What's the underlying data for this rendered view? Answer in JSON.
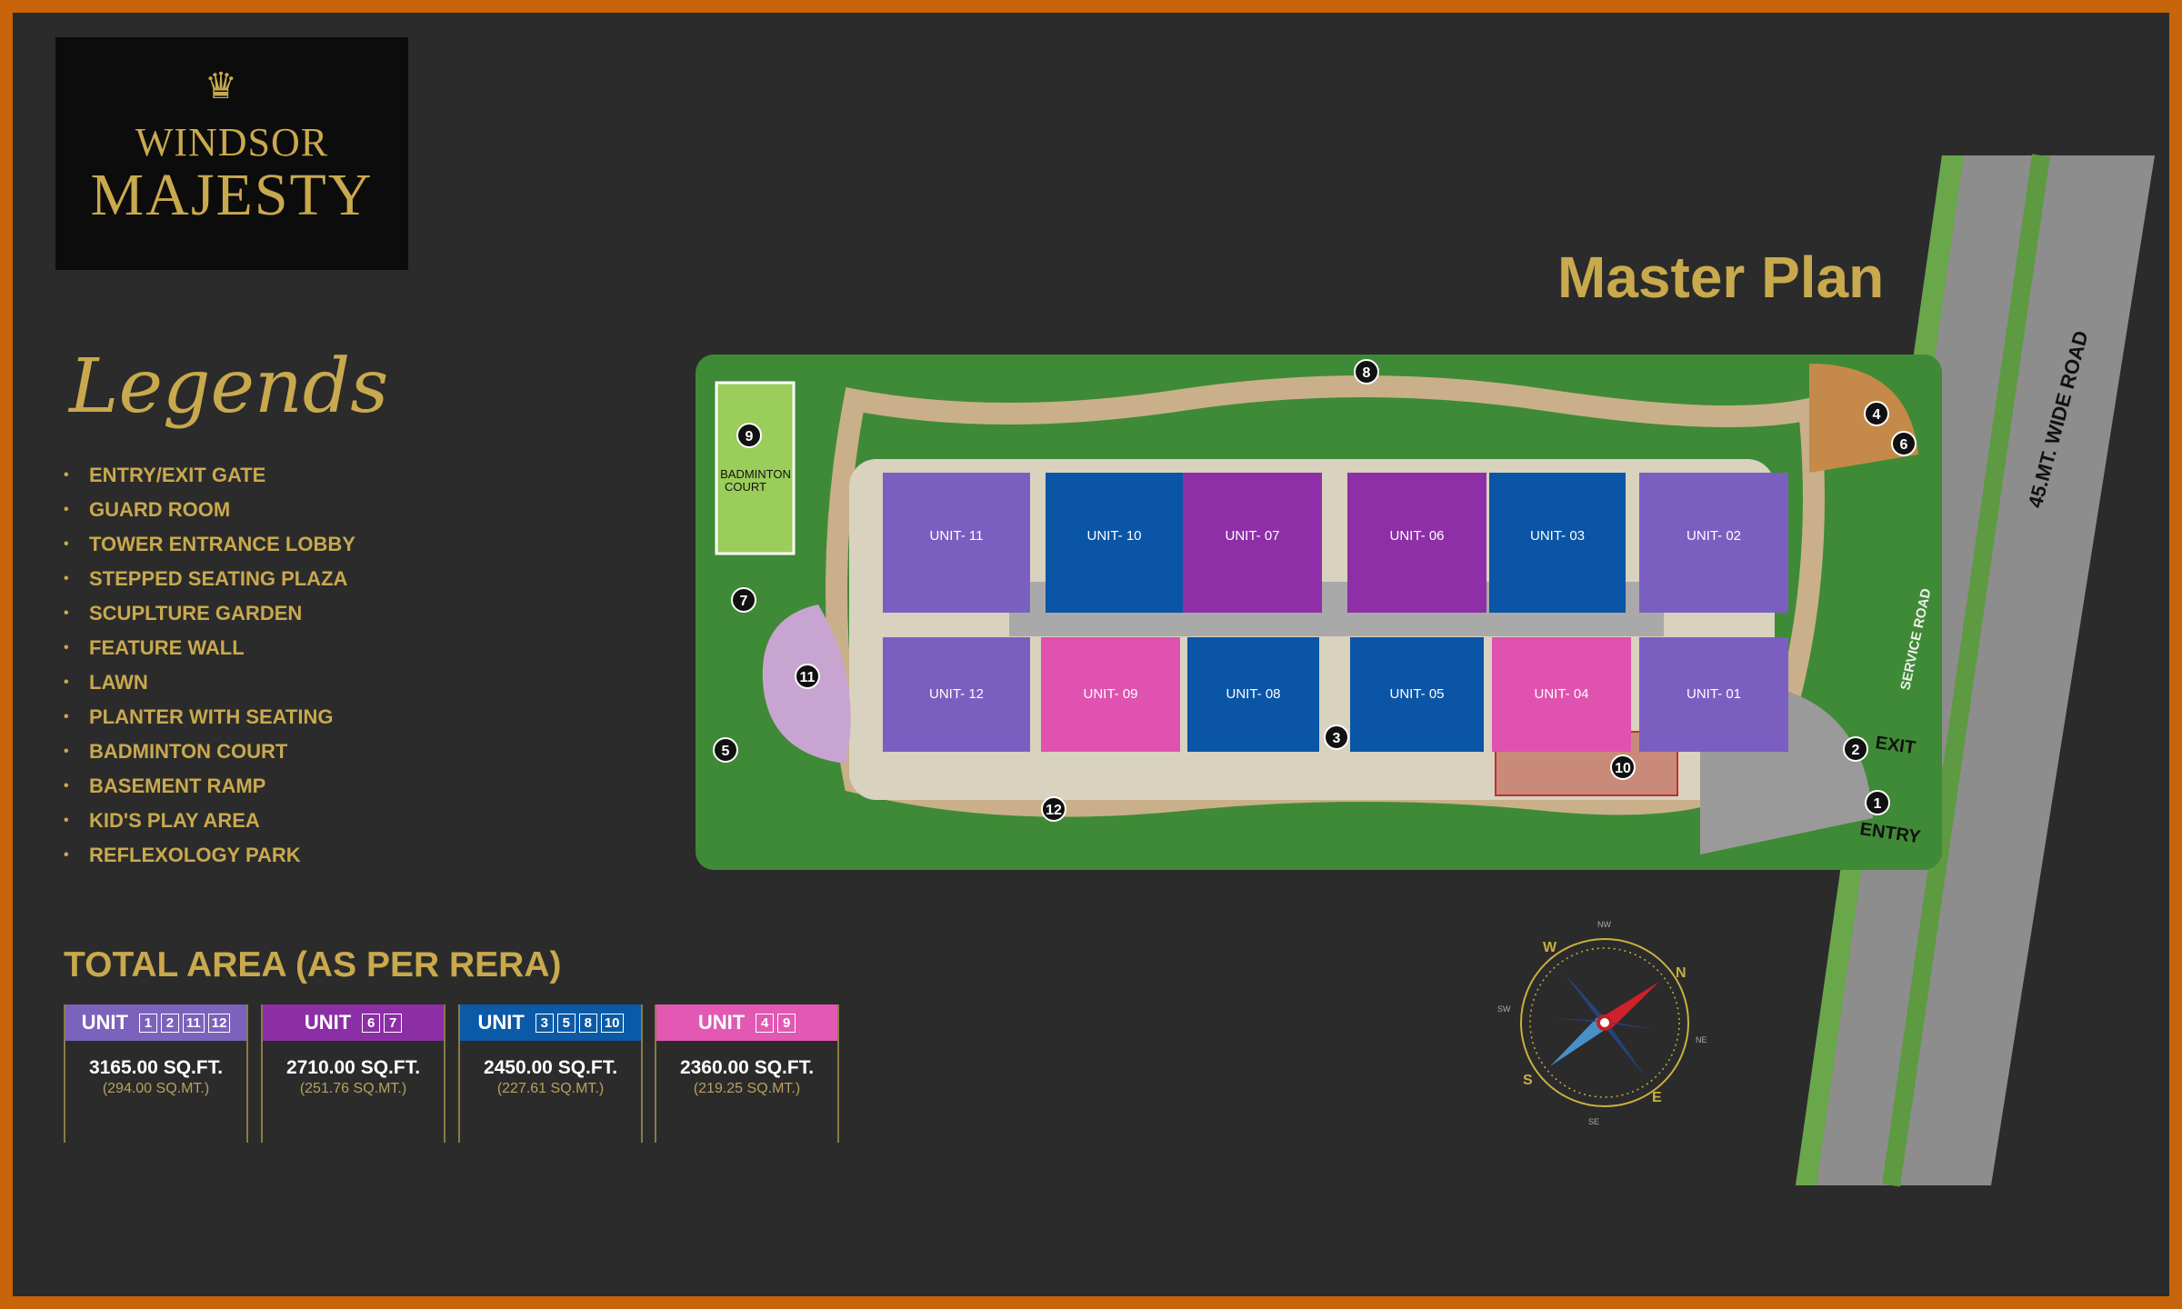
{
  "brand": {
    "line1": "WINDSOR",
    "line2": "MAJESTY"
  },
  "legend_title": "Legends",
  "legend": [
    "ENTRY/EXIT GATE",
    "GUARD ROOM",
    "TOWER ENTRANCE LOBBY",
    "STEPPED SEATING PLAZA",
    "SCUPLTURE GARDEN",
    "FEATURE WALL",
    "LAWN",
    "PLANTER WITH SEATING",
    "BADMINTON COURT",
    "BASEMENT RAMP",
    "KID'S PLAY AREA",
    "REFLEXOLOGY PARK"
  ],
  "master_plan_title": "Master Plan",
  "area_title": "TOTAL AREA (AS PER RERA)",
  "area_cards": [
    {
      "label": "UNIT",
      "units": [
        "1",
        "2",
        "11",
        "12"
      ],
      "sqft": "3165.00 SQ.FT.",
      "sqmt": "(294.00 SQ.MT.)",
      "color": "#7b62bd"
    },
    {
      "label": "UNIT",
      "units": [
        "6",
        "7"
      ],
      "sqft": "2710.00 SQ.FT.",
      "sqmt": "(251.76 SQ.MT.)",
      "color": "#8c2ea6"
    },
    {
      "label": "UNIT",
      "units": [
        "3",
        "5",
        "8",
        "10"
      ],
      "sqft": "2450.00 SQ.FT.",
      "sqmt": "(227.61 SQ.MT.)",
      "color": "#0a5aa8"
    },
    {
      "label": "UNIT",
      "units": [
        "4",
        "9"
      ],
      "sqft": "2360.00 SQ.FT.",
      "sqmt": "(219.25 SQ.MT.)",
      "color": "#e258b2"
    }
  ],
  "plan": {
    "units": [
      "UNIT- 11",
      "UNIT- 10",
      "UNIT- 07",
      "UNIT- 06",
      "UNIT- 03",
      "UNIT- 02",
      "UNIT- 12",
      "UNIT- 09",
      "UNIT- 08",
      "UNIT- 05",
      "UNIT- 04",
      "UNIT- 01"
    ],
    "badminton": [
      "BADMINTON",
      "COURT"
    ],
    "markers": [
      "1",
      "2",
      "3",
      "4",
      "5",
      "6",
      "7",
      "8",
      "9",
      "10",
      "11",
      "12"
    ],
    "road": "45.MT. WIDE ROAD",
    "service_road": "SERVICE ROAD",
    "exit": "EXIT",
    "entry": "ENTRY"
  },
  "compass": {
    "n": "N",
    "s": "S",
    "e": "E",
    "w": "W",
    "ne": "NE",
    "nw": "NW",
    "se": "SE",
    "sw": "SW"
  }
}
